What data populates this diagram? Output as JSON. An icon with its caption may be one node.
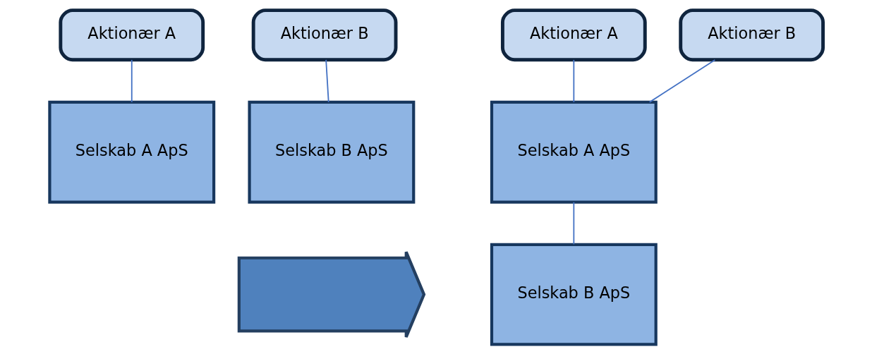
{
  "diagram": {
    "nodes": [
      {
        "text": [
          "Aktionær A"
        ]
      },
      {
        "text": [
          "Aktionær B"
        ]
      },
      {
        "text": [
          "Selskab A ApS"
        ]
      },
      {
        "text": [
          "Selskab B ApS"
        ]
      },
      {
        "text": [],
        "shape": "arrow"
      },
      {
        "text": [
          "Aktionær A"
        ]
      },
      {
        "text": [
          "Aktionær B"
        ]
      },
      {
        "text": [
          "Selskab A ApS"
        ]
      },
      {
        "text": [
          "Selskab B ApS"
        ]
      }
    ],
    "edges": [
      {
        "from": 0,
        "to": 2,
        "arrow": "none"
      },
      {
        "from": 1,
        "to": 3,
        "arrow": "none"
      },
      {
        "from": 5,
        "to": 7,
        "arrow": "none"
      },
      {
        "from": 6,
        "to": 7,
        "arrow": "none"
      },
      {
        "from": 7,
        "to": 8,
        "arrow": "none"
      }
    ]
  }
}
